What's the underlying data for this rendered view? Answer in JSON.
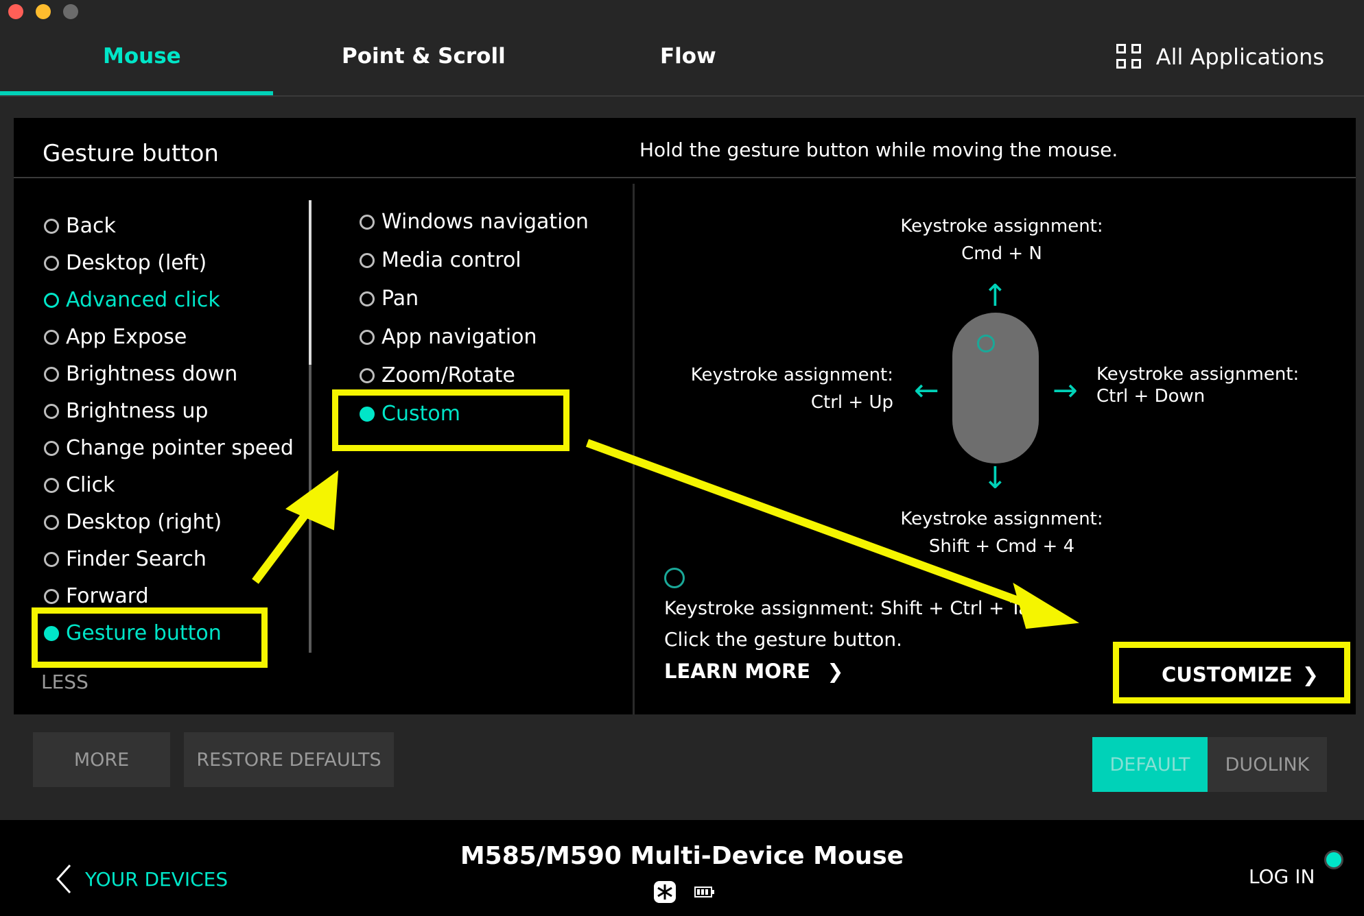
{
  "tabs": {
    "mouse": "Mouse",
    "point_scroll": "Point & Scroll",
    "flow": "Flow",
    "all_applications": "All Applications"
  },
  "panel": {
    "title": "Gesture button",
    "description": "Hold the gesture button while moving the mouse."
  },
  "buttons_list": [
    "Back",
    "Desktop (left)",
    "Advanced click",
    "App Expose",
    "Brightness down",
    "Brightness up",
    "Change pointer speed",
    "Click",
    "Desktop (right)",
    "Finder Search",
    "Forward",
    "Gesture button"
  ],
  "less_label": "LESS",
  "gesture_modes": [
    "Windows navigation",
    "Media control",
    "Pan",
    "App navigation",
    "Zoom/Rotate",
    "Custom"
  ],
  "gestures": {
    "up_title": "Keystroke assignment:",
    "up_value": "Cmd + N",
    "left_title": "Keystroke assignment:",
    "left_value": "Ctrl + Up",
    "right_title": "Keystroke assignment:",
    "right_value": "Ctrl + Down",
    "down_title": "Keystroke assignment:",
    "down_value": "Shift + Cmd + 4",
    "click_assignment": "Keystroke assignment: Shift + Ctrl + Tab",
    "click_description": "Click the gesture button."
  },
  "learn_more": "LEARN MORE",
  "customize": "CUSTOMIZE",
  "bottom": {
    "more": "MORE",
    "restore_defaults": "RESTORE DEFAULTS",
    "default": "DEFAULT",
    "duolink": "DUOLINK"
  },
  "footer": {
    "your_devices": "YOUR DEVICES",
    "device_name": "M585/M590 Multi-Device Mouse",
    "log_in": "LOG IN"
  },
  "colors": {
    "accent": "#00e6c8",
    "annotation": "#f5f500",
    "background": "#262626",
    "panel": "#000000"
  }
}
